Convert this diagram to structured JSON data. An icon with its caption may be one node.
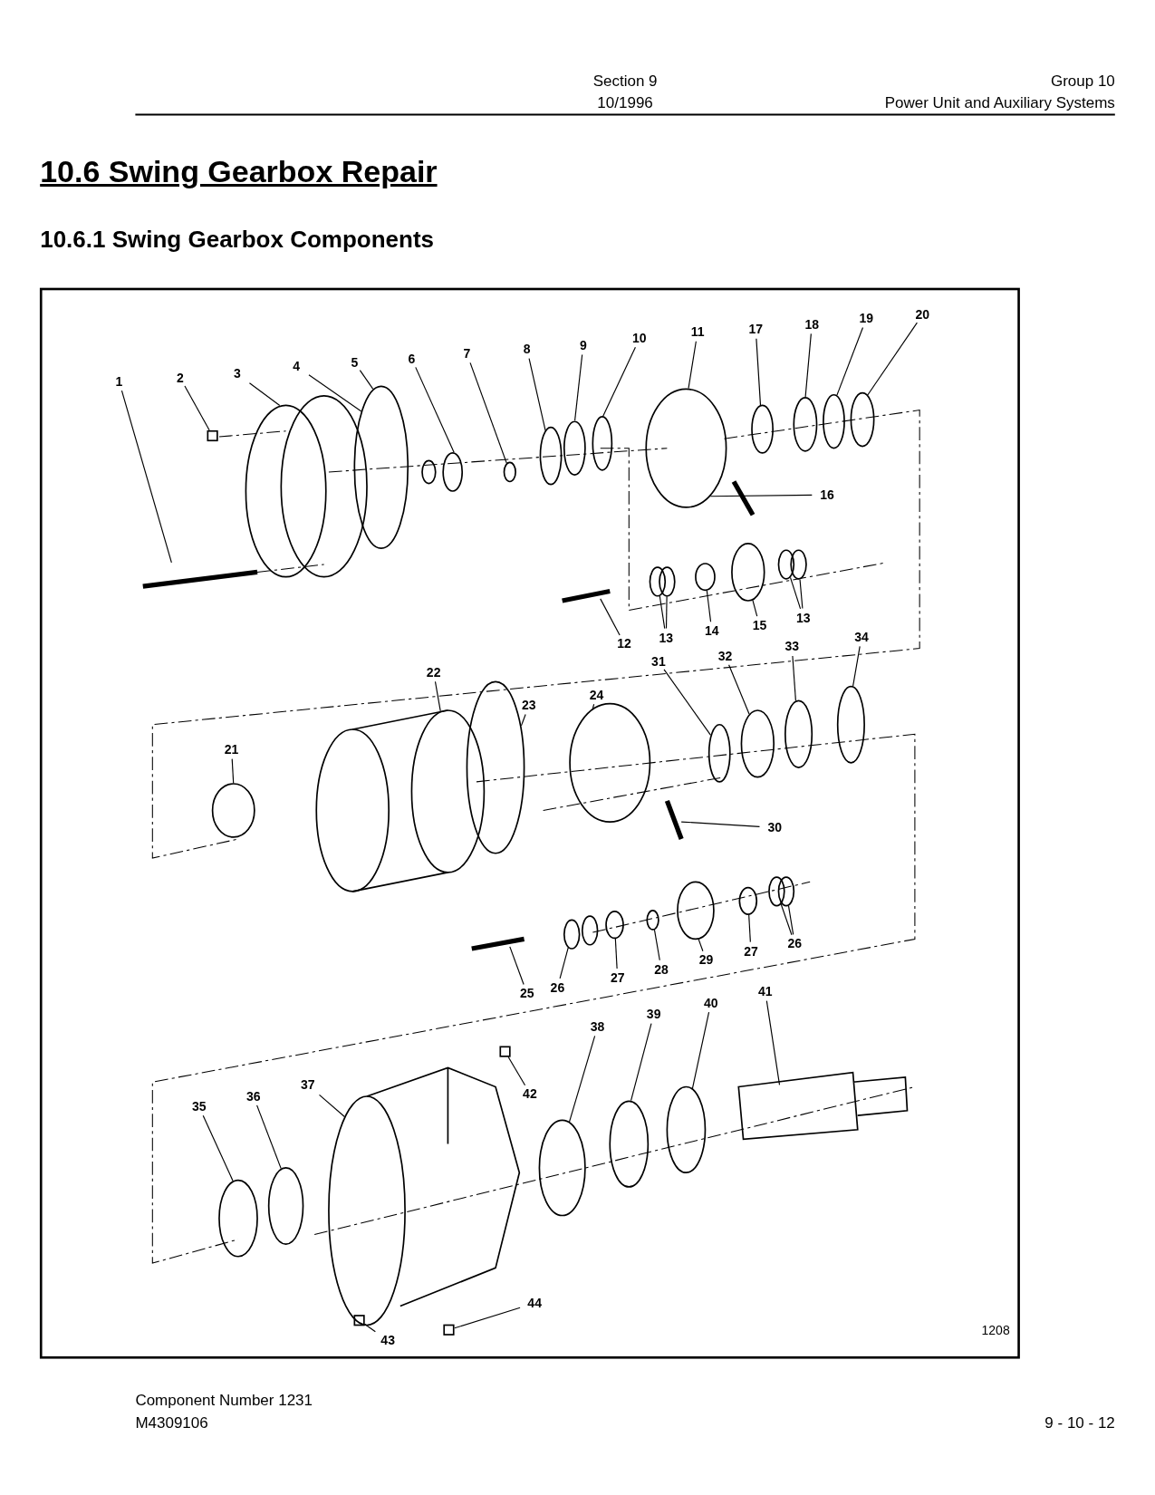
{
  "diagram": {
    "title": "10.6 Swing Gearbox Repair",
    "nodes": [
      {
        "text": [
          "1"
        ]
      },
      {
        "text": [
          "2"
        ]
      },
      {
        "text": [
          "3"
        ]
      },
      {
        "text": [
          "4"
        ]
      },
      {
        "text": [
          "5"
        ]
      },
      {
        "text": [
          "6"
        ]
      },
      {
        "text": [
          "7"
        ]
      },
      {
        "text": [
          "8"
        ]
      },
      {
        "text": [
          "9"
        ]
      },
      {
        "text": [
          "10"
        ]
      },
      {
        "text": [
          "11"
        ]
      },
      {
        "text": [
          "17"
        ]
      },
      {
        "text": [
          "18"
        ]
      },
      {
        "text": [
          "19"
        ]
      },
      {
        "text": [
          "20"
        ]
      },
      {
        "text": [
          "16"
        ]
      },
      {
        "text": [
          "12"
        ]
      },
      {
        "text": [
          "13"
        ]
      },
      {
        "text": [
          "14"
        ]
      },
      {
        "text": [
          "15"
        ]
      },
      {
        "text": [
          "13"
        ]
      },
      {
        "text": [
          "21"
        ]
      },
      {
        "text": [
          "22"
        ]
      },
      {
        "text": [
          "23"
        ]
      },
      {
        "text": [
          "24"
        ]
      },
      {
        "text": [
          "31"
        ]
      },
      {
        "text": [
          "32"
        ]
      },
      {
        "text": [
          "33"
        ]
      },
      {
        "text": [
          "34"
        ]
      },
      {
        "text": [
          "30"
        ]
      },
      {
        "text": [
          "25"
        ]
      },
      {
        "text": [
          "26"
        ]
      },
      {
        "text": [
          "27"
        ]
      },
      {
        "text": [
          "28"
        ]
      },
      {
        "text": [
          "29"
        ]
      },
      {
        "text": [
          "27"
        ]
      },
      {
        "text": [
          "26"
        ]
      },
      {
        "text": [
          "35"
        ]
      },
      {
        "text": [
          "36"
        ]
      },
      {
        "text": [
          "37"
        ]
      },
      {
        "text": [
          "42"
        ]
      },
      {
        "text": [
          "38"
        ]
      },
      {
        "text": [
          "39"
        ]
      },
      {
        "text": [
          "40"
        ]
      },
      {
        "text": [
          "41"
        ]
      },
      {
        "text": [
          "43"
        ]
      },
      {
        "text": [
          "44"
        ]
      },
      {
        "text": [],
        "shape": "box"
      },
      {
        "text": [],
        "shape": "circle"
      },
      {
        "text": [],
        "shape": "circle"
      },
      {
        "text": [],
        "shape": "circle"
      },
      {
        "text": [],
        "shape": "circle"
      },
      {
        "text": [],
        "shape": "circle"
      },
      {
        "text": [],
        "shape": "circle"
      },
      {
        "text": [],
        "shape": "circle"
      },
      {
        "text": [],
        "shape": "circle"
      },
      {
        "text": [],
        "shape": "circle"
      },
      {
        "text": [],
        "shape": "circle"
      },
      {
        "text": [],
        "shape": "circle"
      },
      {
        "text": [],
        "shape": "circle"
      },
      {
        "text": [],
        "shape": "box"
      },
      {
        "text": [],
        "shape": "box"
      },
      {
        "text": [],
        "shape": "box"
      }
    ],
    "edges": [
      {
        "from": 0,
        "to": null,
        "arrow": "none"
      },
      {
        "from": 1,
        "to": 47,
        "arrow": "none"
      },
      {
        "from": 2,
        "to": null,
        "arrow": "none"
      },
      {
        "from": 3,
        "to": null,
        "arrow": "none"
      },
      {
        "from": 4,
        "to": null,
        "arrow": "none"
      },
      {
        "from": 5,
        "to": null,
        "arrow": "none"
      },
      {
        "from": 6,
        "to": 48,
        "arrow": "none"
      },
      {
        "from": 7,
        "to": null,
        "arrow": "none"
      },
      {
        "from": 8,
        "to": null,
        "arrow": "none"
      },
      {
        "from": 9,
        "to": null,
        "arrow": "none"
      },
      {
        "from": 10,
        "to": null,
        "arrow": "none"
      },
      {
        "from": 11,
        "to": null,
        "arrow": "none"
      },
      {
        "from": 12,
        "to": null,
        "arrow": "none"
      },
      {
        "from": 13,
        "to": null,
        "arrow": "none"
      },
      {
        "from": 14,
        "to": null,
        "arrow": "none"
      },
      {
        "from": 15,
        "to": null,
        "arrow": "none"
      },
      {
        "from": 16,
        "to": null,
        "arrow": "none"
      },
      {
        "from": 17,
        "to": 49,
        "arrow": "none"
      },
      {
        "from": 17,
        "to": 50,
        "arrow": "none"
      },
      {
        "from": 18,
        "to": 51,
        "arrow": "none"
      },
      {
        "from": 19,
        "to": null,
        "arrow": "none"
      },
      {
        "from": 20,
        "to": 52,
        "arrow": "none"
      },
      {
        "from": 20,
        "to": 53,
        "arrow": "none"
      },
      {
        "from": 21,
        "to": null,
        "arrow": "none"
      },
      {
        "from": 22,
        "to": null,
        "arrow": "none"
      },
      {
        "from": 23,
        "to": null,
        "arrow": "none"
      },
      {
        "from": 24,
        "to": null,
        "arrow": "none"
      },
      {
        "from": 25,
        "to": null,
        "arrow": "none"
      },
      {
        "from": 26,
        "to": null,
        "arrow": "none"
      },
      {
        "from": 27,
        "to": null,
        "arrow": "none"
      },
      {
        "from": 28,
        "to": null,
        "arrow": "none"
      },
      {
        "from": 29,
        "to": null,
        "arrow": "none"
      },
      {
        "from": 30,
        "to": null,
        "arrow": "none"
      },
      {
        "from": 31,
        "to": 54,
        "arrow": "none"
      },
      {
        "from": 32,
        "to": 55,
        "arrow": "none"
      },
      {
        "from": 33,
        "to": 56,
        "arrow": "none"
      },
      {
        "from": 34,
        "to": null,
        "arrow": "none"
      },
      {
        "from": 35,
        "to": 57,
        "arrow": "none"
      },
      {
        "from": 36,
        "to": 58,
        "arrow": "none"
      },
      {
        "from": 36,
        "to": 59,
        "arrow": "none"
      },
      {
        "from": 37,
        "to": null,
        "arrow": "none"
      },
      {
        "from": 38,
        "to": null,
        "arrow": "none"
      },
      {
        "from": 39,
        "to": null,
        "arrow": "none"
      },
      {
        "from": 40,
        "to": 60,
        "arrow": "none"
      },
      {
        "from": 41,
        "to": null,
        "arrow": "none"
      },
      {
        "from": 42,
        "to": null,
        "arrow": "none"
      },
      {
        "from": 43,
        "to": null,
        "arrow": "none"
      },
      {
        "from": 44,
        "to": null,
        "arrow": "none"
      },
      {
        "from": 45,
        "to": 61,
        "arrow": "none"
      },
      {
        "from": 46,
        "to": 62,
        "arrow": "none"
      }
    ],
    "labels": [
      "Section 9",
      "10/1996",
      "Group 10",
      "Power Unit and Auxiliary Systems",
      "10.6.1 Swing Gearbox Components",
      "1208",
      "Component Number 1231",
      "M4309106",
      "9 - 10 - 12"
    ]
  }
}
